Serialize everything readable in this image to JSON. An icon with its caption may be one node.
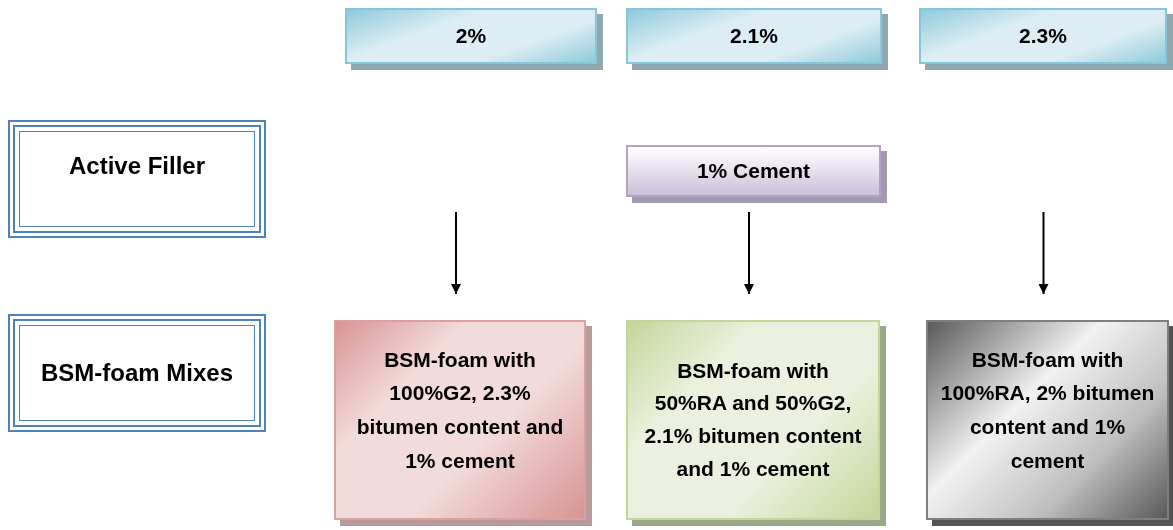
{
  "diagram": {
    "nodes": [
      {
        "text": [
          "2%"
        ]
      },
      {
        "text": [
          "2.1%"
        ]
      },
      {
        "text": [
          "2.3%"
        ]
      },
      {
        "text": [
          "Active Filler"
        ]
      },
      {
        "text": [
          "1% Cement"
        ]
      },
      {
        "text": [
          "BSM-foam Mixes"
        ]
      },
      {
        "text": [
          "BSM-foam with 100%G2, 2.3% bitumen content and 1% cement"
        ]
      },
      {
        "text": [
          "BSM-foam with 50%RA and 50%G2, 2.1% bitumen content and 1% cement"
        ]
      },
      {
        "text": [
          "BSM-foam with 100%RA, 2% bitumen content and 1% cement"
        ]
      }
    ],
    "edges": [
      {
        "from": null,
        "to": 6,
        "arrow": "to"
      },
      {
        "from": null,
        "to": 7,
        "arrow": "to"
      },
      {
        "from": null,
        "to": 8,
        "arrow": "to"
      }
    ]
  }
}
